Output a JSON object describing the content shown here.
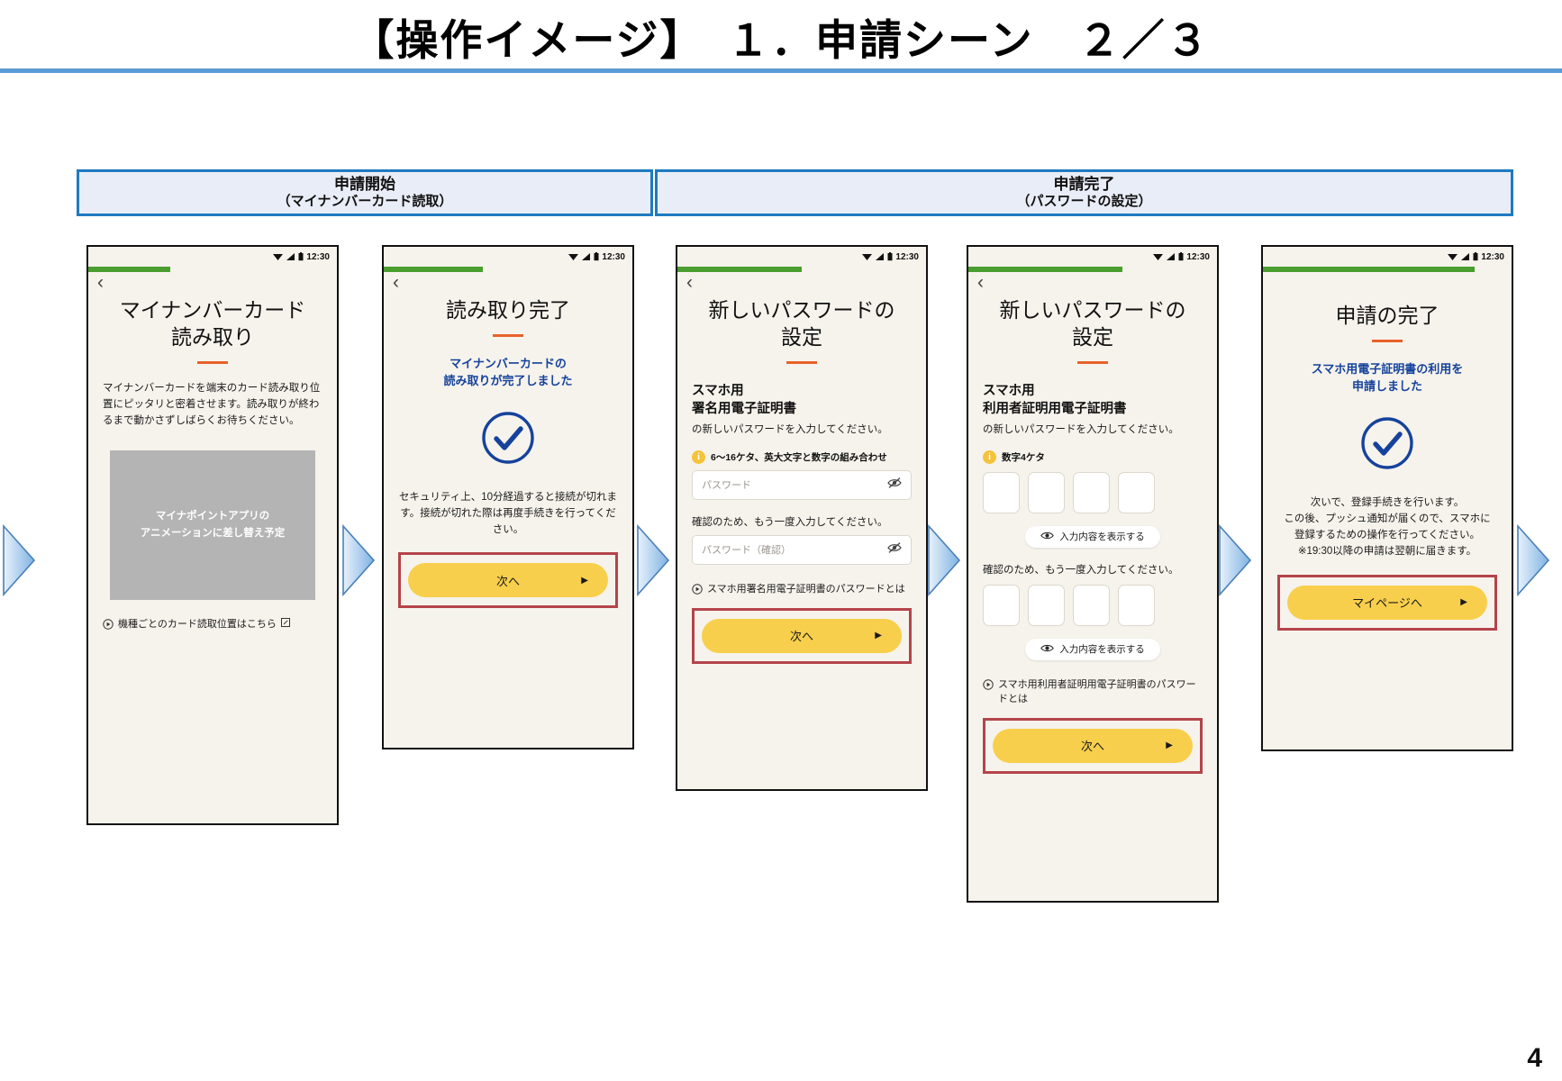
{
  "slide": {
    "title": "【操作イメージ】　１．申請シーン　２／３",
    "page_number": "4",
    "accent_blue": "#1f7ac0",
    "rule_blue": "#5b9bd5",
    "cta_yellow": "#f8cf4c",
    "highlight_red": "#b4444a",
    "progress_green": "#4a9e2f",
    "link_blue": "#15429c"
  },
  "banners": [
    {
      "line1": "申請開始",
      "line2": "（マイナンバーカード読取）"
    },
    {
      "line1": "申請完了",
      "line2": "（パスワードの設定）"
    }
  ],
  "screens": [
    {
      "clock": "12:30",
      "progress_pct": "33%",
      "back_icon": "chevron-left-icon",
      "title": "マイナンバーカード\n読み取り",
      "body": "マイナンバーカードを端末のカード読み取り位置にピッタリと密着させます。読み取りが終わるまで動かさずしばらくお待ちください。",
      "placeholder_box": "マイナポイントアプリの\nアニメーションに差し替え予定",
      "link": "機種ごとのカード読取位置はこちら",
      "link_bullet": "play-circle-icon",
      "link_external_icon": "external-link-icon"
    },
    {
      "clock": "12:30",
      "progress_pct": "40%",
      "back_icon": "chevron-left-icon",
      "title": "読み取り完了",
      "blue_lead": "マイナンバーカードの\n読み取りが完了しました",
      "check_icon": "check-circle-icon",
      "body": "セキュリティ上、10分経過すると接続が切れます。接続が切れた際は再度手続きを行ってください。",
      "cta_label": "次へ",
      "cta_caret": "▶"
    },
    {
      "clock": "12:30",
      "progress_pct": "50%",
      "back_icon": "chevron-left-icon",
      "title": "新しいパスワードの\n設定",
      "cert_line1": "スマホ用",
      "cert_line2": "署名用電子証明書",
      "cert_sub": "の新しいパスワードを入力してください。",
      "hint": "6〜16ケタ、英大文字と数字の組み合わせ",
      "hint_icon": "info-icon",
      "field1_placeholder": "パスワード",
      "field2_label": "確認のため、もう一度入力してください。",
      "field2_placeholder": "パスワード（確認）",
      "eye_icon": "eye-off-icon",
      "link": "スマホ用署名用電子証明書のパスワードとは",
      "link_bullet": "play-circle-icon",
      "cta_label": "次へ",
      "cta_caret": "▶"
    },
    {
      "clock": "12:30",
      "progress_pct": "62%",
      "back_icon": "chevron-left-icon",
      "title": "新しいパスワードの\n設定",
      "cert_line1": "スマホ用",
      "cert_line2": "利用者証明用電子証明書",
      "cert_sub": "の新しいパスワードを入力してください。",
      "hint": "数字4ケタ",
      "hint_icon": "info-icon",
      "digit_count": 4,
      "show_pw_label": "入力内容を表示する",
      "show_pw_icon": "eye-icon",
      "field2_label": "確認のため、もう一度入力してください。",
      "link": "スマホ用利用者証明用電子証明書のパスワードとは",
      "link_bullet": "play-circle-icon",
      "cta_label": "次へ",
      "cta_caret": "▶"
    },
    {
      "clock": "12:30",
      "progress_pct": "85%",
      "title": "申請の完了",
      "blue_lead": "スマホ用電子証明書の利用を\n申請しました",
      "check_icon": "check-circle-icon",
      "body": "次いで、登録手続きを行います。\nこの後、プッシュ通知が届くので、スマホに\n登録するための操作を行ってください。\n※19:30以降の申請は翌朝に届きます。",
      "cta_label": "マイページへ",
      "cta_caret": "▶"
    }
  ],
  "arrows": {
    "icon": "arrow-right-icon",
    "count": 6
  }
}
